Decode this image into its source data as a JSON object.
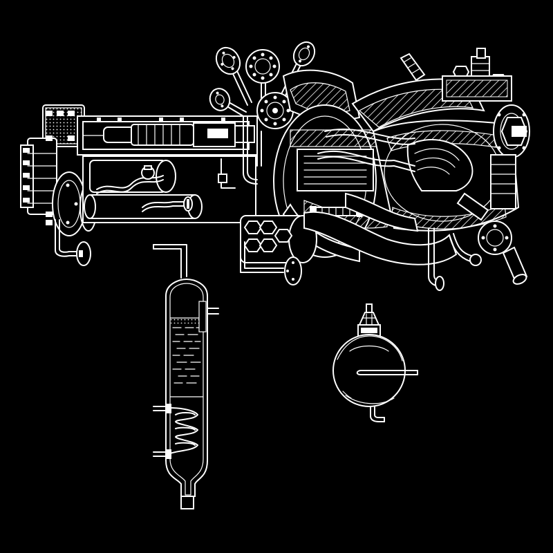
{
  "drawing": {
    "background_color": "#000000",
    "line_color": "#ffffff",
    "components": [
      {
        "id": "engine-assembly",
        "icon": "cutaway-engine-icon"
      },
      {
        "id": "tank-cylinder",
        "icon": "heat-exchanger-column-icon"
      },
      {
        "id": "sphere-vessel",
        "icon": "spherical-pressure-tank-icon"
      }
    ]
  }
}
